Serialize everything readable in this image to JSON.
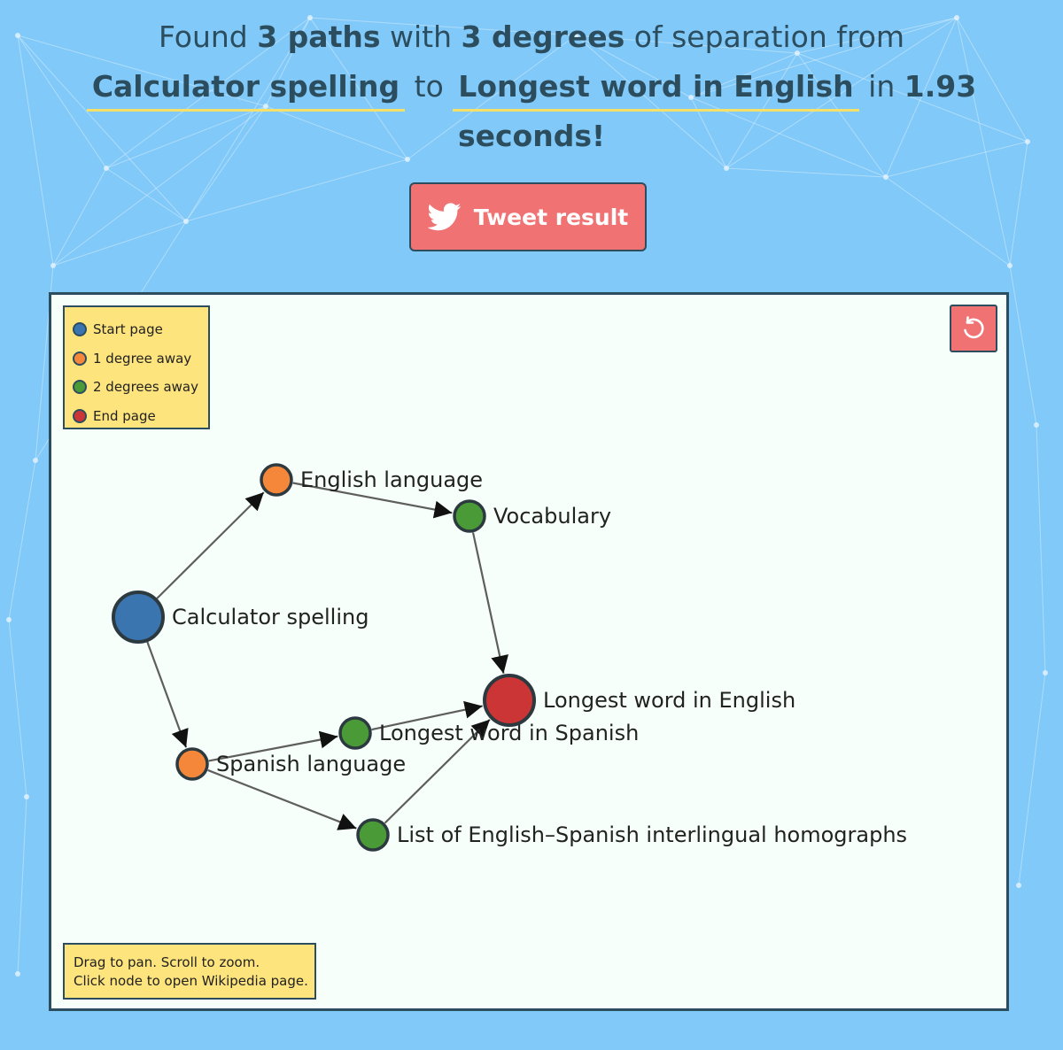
{
  "headline": {
    "prefix": "Found",
    "paths": "3 paths",
    "with": "with",
    "degrees": "3 degrees",
    "of_separation": "of separation from",
    "start_page": "Calculator spelling",
    "to": "to",
    "end_page": "Longest word in English",
    "in": "in",
    "time": "1.93",
    "seconds": "seconds!"
  },
  "tweet_button": {
    "label": "Tweet result",
    "icon": "twitter-bird-icon"
  },
  "legend": {
    "items": [
      {
        "label": "Start page",
        "color": "#3a75b0"
      },
      {
        "label": "1 degree away",
        "color": "#f5873a"
      },
      {
        "label": "2 degrees away",
        "color": "#4a9b38"
      },
      {
        "label": "End page",
        "color": "#cc3535"
      }
    ]
  },
  "reset_button": {
    "icon": "reset-icon"
  },
  "help": {
    "line1": "Drag to pan. Scroll to zoom.",
    "line2": "Click node to open Wikipedia page."
  },
  "graph": {
    "nodes": [
      {
        "id": "calculator",
        "label": "Calculator spelling",
        "degree": 0
      },
      {
        "id": "english",
        "label": "English language",
        "degree": 1
      },
      {
        "id": "spanish",
        "label": "Spanish language",
        "degree": 1
      },
      {
        "id": "vocabulary",
        "label": "Vocabulary",
        "degree": 2
      },
      {
        "id": "longest-spanish",
        "label": "Longest word in Spanish",
        "degree": 2
      },
      {
        "id": "homographs",
        "label": "List of English–Spanish interlingual homographs",
        "degree": 2
      },
      {
        "id": "longest-english",
        "label": "Longest word in English",
        "degree": 3
      }
    ],
    "edges": [
      {
        "from": "calculator",
        "to": "english"
      },
      {
        "from": "calculator",
        "to": "spanish"
      },
      {
        "from": "english",
        "to": "vocabulary"
      },
      {
        "from": "vocabulary",
        "to": "longest-english"
      },
      {
        "from": "spanish",
        "to": "longest-spanish"
      },
      {
        "from": "spanish",
        "to": "homographs"
      },
      {
        "from": "longest-spanish",
        "to": "longest-english"
      },
      {
        "from": "homographs",
        "to": "longest-english"
      }
    ]
  }
}
